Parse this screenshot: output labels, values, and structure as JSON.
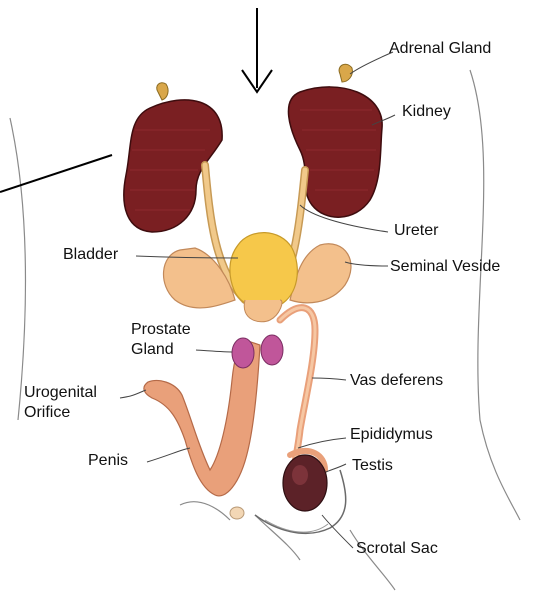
{
  "labels": {
    "adrenal_gland": "Adrenal Gland",
    "kidney": "Kidney",
    "ureter": "Ureter",
    "bladder": "Bladder",
    "seminal_vesicle": "Seminal Veside",
    "prostate_line1": "Prostate",
    "prostate_line2": "Gland",
    "vas_deferens": "Vas deferens",
    "urogenital_line1": "Urogenital",
    "urogenital_line2": "Orifice",
    "epididymus": "Epididymus",
    "penis": "Penis",
    "testis": "Testis",
    "scrotal_sac": "Scrotal Sac"
  },
  "colors": {
    "kidney": "#7a1f22",
    "ureter": "#f1c98a",
    "bladder": "#f6c84a",
    "seminal_vesicle": "#f3c08c",
    "prostate": "#c0569a",
    "penis": "#e9a07a",
    "testis": "#5c2228",
    "adrenal": "#d9a74a",
    "outline": "#8a8a8a",
    "arrow": "#000000"
  },
  "icons": {
    "top_arrow": "down-arrow-icon",
    "left_pointer": "pointer-line-icon"
  }
}
